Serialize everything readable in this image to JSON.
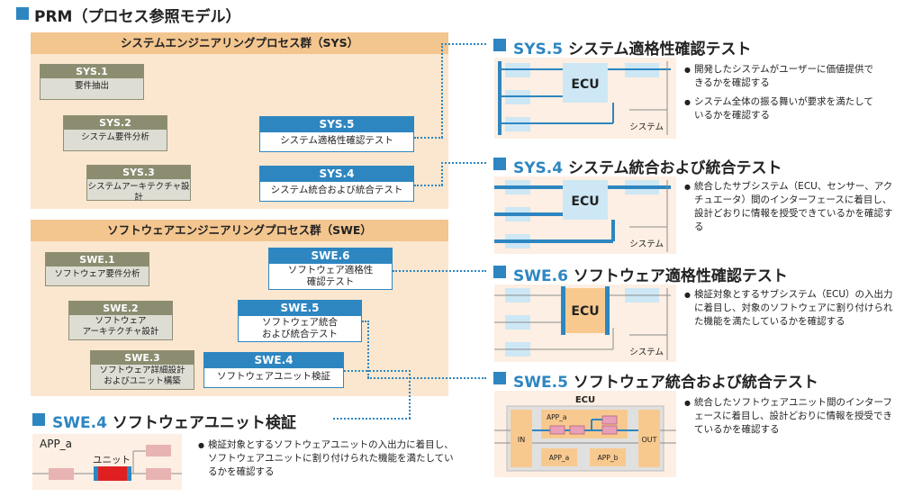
{
  "title": "PRM（プロセス参照モデル）",
  "sys_group": {
    "header": "システムエンジニアリングプロセス群（SYS）",
    "items": [
      {
        "code": "SYS.1",
        "name": "要件抽出"
      },
      {
        "code": "SYS.2",
        "name": "システム要件分析"
      },
      {
        "code": "SYS.3",
        "name": "システムアーキテクチャ設計"
      },
      {
        "code": "SYS.5",
        "name": "システム適格性確認テスト"
      },
      {
        "code": "SYS.4",
        "name": "システム統合および統合テスト"
      }
    ]
  },
  "swe_group": {
    "header": "ソフトウェアエンジニアリングプロセス群（SWE）",
    "items": [
      {
        "code": "SWE.1",
        "name": "ソフトウェア要件分析"
      },
      {
        "code": "SWE.2",
        "name_line1": "ソフトウェア",
        "name_line2": "アーキテクチャ設計"
      },
      {
        "code": "SWE.3",
        "name_line1": "ソフトウェア詳細設計",
        "name_line2": "およびユニット構築"
      },
      {
        "code": "SWE.6",
        "name_line1": "ソフトウェア適格性",
        "name_line2": "確認テスト"
      },
      {
        "code": "SWE.5",
        "name_line1": "ソフトウェア統合",
        "name_line2": "および統合テスト"
      },
      {
        "code": "SWE.4",
        "name": "ソフトウェアユニット検証"
      }
    ]
  },
  "sections": {
    "sys5": {
      "code": "SYS.5",
      "title": "システム適格性確認テスト",
      "ecu": "ECU",
      "system_label": "システム",
      "bullets": [
        "開発したシステムがユーザーに価値提供できるかを確認する",
        "システム全体の振る舞いが要求を満たしているかを確認する"
      ]
    },
    "sys4": {
      "code": "SYS.4",
      "title": "システム統合および統合テスト",
      "ecu": "ECU",
      "system_label": "システム",
      "bullets": [
        "統合したサブシステム（ECU、センサー、アクチュエータ）間のインターフェースに着目し、設計どおりに情報を授受できているかを確認する"
      ]
    },
    "swe6": {
      "code": "SWE.6",
      "title": "ソフトウェア適格性確認テスト",
      "ecu": "ECU",
      "system_label": "システム",
      "bullets": [
        "検証対象とするサブシステム（ECU）の入出力に着目し、対象のソフトウェアに割り付けられた機能を満たしているかを確認する"
      ]
    },
    "swe5": {
      "code": "SWE.5",
      "title": "ソフトウェア統合および統合テスト",
      "ecu": "ECU",
      "in_label": "IN",
      "out_label": "OUT",
      "app_a": "APP_a",
      "app_b": "APP_b",
      "bullets": [
        "統合したソフトウェアユニット間のインターフェースに着目し、設計どおりに情報を授受できているかを確認する"
      ]
    },
    "swe4": {
      "code": "SWE.4",
      "title": "ソフトウェアユニット検証",
      "app_label": "APP_a",
      "unit_label": "ユニット",
      "bullets": [
        "検証対象とするソフトウェアユニットの入出力に着目し、ソフトウェアユニットに割り付けられた機能を満たしているかを確認する"
      ]
    }
  },
  "colors": {
    "accent_blue": "#2e86c1",
    "panel_bg": "#fbe7cf",
    "panel_header": "#f3c58f",
    "gray_header": "#8c8c70",
    "light_blue_box": "#cde7f5",
    "ecu_orange": "#f8c98f",
    "unit_red": "#e02020",
    "pink_box": "#e8b3b3"
  }
}
